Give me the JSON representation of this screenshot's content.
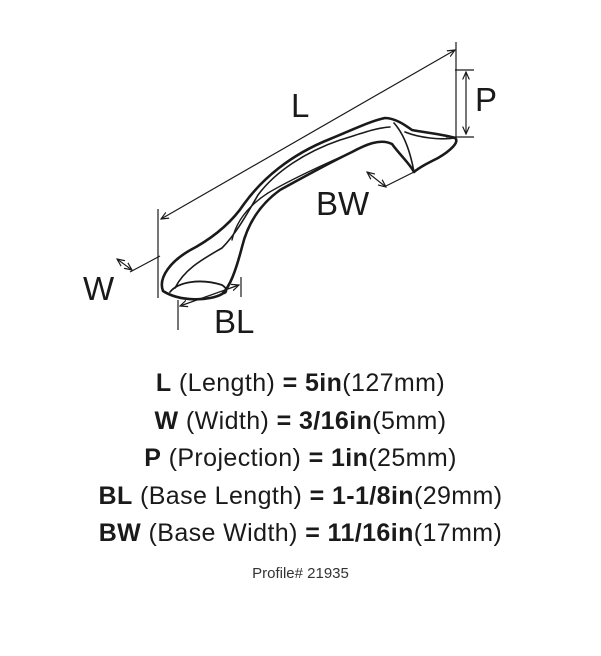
{
  "diagram": {
    "labels": {
      "L": "L",
      "P": "P",
      "BW": "BW",
      "W": "W",
      "BL": "BL"
    }
  },
  "specs": [
    {
      "code": "L",
      "name": "(Length)",
      "eq": "=",
      "value": "5in",
      "metric": "(127mm)"
    },
    {
      "code": "W",
      "name": "(Width)",
      "eq": "=",
      "value": "3/16in",
      "metric": "(5mm)"
    },
    {
      "code": "P",
      "name": "(Projection)",
      "eq": "=",
      "value": "1in",
      "metric": "(25mm)"
    },
    {
      "code": "BL",
      "name": "(Base Length)",
      "eq": "=",
      "value": "1-1/8in",
      "metric": "(29mm)"
    },
    {
      "code": "BW",
      "name": "(Base Width)",
      "eq": "=",
      "value": "11/16in",
      "metric": "(17mm)"
    }
  ],
  "profile": "Profile# 21935"
}
